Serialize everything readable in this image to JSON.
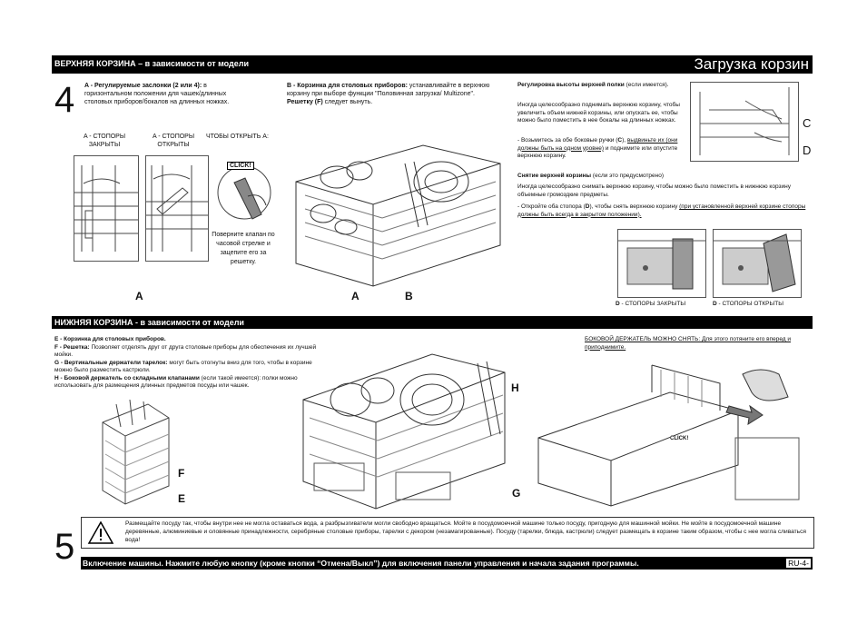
{
  "top_section": {
    "bar_title": "ВЕРХНЯЯ КОРЗИНА – в зависимости от модели",
    "page_title": "Загрузка корзин",
    "step_number": "4",
    "col_a": {
      "heading": "A - Регулируемые заслонки (2 или 4):",
      "text": " в горизонтальном положении для чашек/длинных столовых приборов/бокалов на длинных ножках."
    },
    "col_b": {
      "heading": "B - Корзинка для столовых приборов:",
      "text": " устанавливайте в верхнюю корзину при выборе функции \"Половинная загрузка/ Multizone\".",
      "line2_bold": "Решетку (F)",
      "line2": " следует вынуть."
    },
    "fig_labels": {
      "stops_closed_prefix": "A",
      "stops_closed": " - СТОПОРЫ ЗАКРЫТЫ",
      "stops_open_prefix": "A",
      "stops_open": " - СТОПОРЫ ОТКРЫТЫ",
      "how_to_open": "ЧТОБЫ ОТКРЫТЬ A:",
      "click": "CLICK!",
      "rotate_hint": "Поверните клапан по часовой стрелке и зацепите его за решетку.",
      "marker_a1": "A",
      "marker_a2": "A",
      "marker_b": "B"
    },
    "col_right": {
      "height_heading": "Регулировка высоты верхней полки",
      "height_heading_note": " (если имеется).",
      "height_text": "Иногда целесообразно поднимать верхнюю корзину, чтобы увеличить объем нижней корзины, или опускать ее, чтобы можно было поместить в нее бокалы на длинных ножках.",
      "height_action_1": "- Возьмитесь за обе боковые ручки (",
      "height_action_c": "C",
      "height_action_2": "), ",
      "height_action_u": "выдвиньте их (они должны быть на одном уровне)",
      "height_action_3": " и поднимите или опустите верхнюю корзину.",
      "marker_c": "C",
      "marker_d": "D",
      "remove_heading": "Снятие верхней корзины",
      "remove_heading_note": " (если это предусмотрено)",
      "remove_text": "Иногда целесообразно снимать верхнюю корзину, чтобы можно было поместить в нижнюю корзину объемные громоздкие предметы.",
      "remove_action_1": "- Откройте оба стопора (",
      "remove_action_d": "D",
      "remove_action_2": "), чтобы снять верхнюю корзину ",
      "remove_action_u": "(при установленной верхней корзине стопоры должны быть всегда в закрытом положении).",
      "caption_closed_prefix": "D",
      "caption_closed": " - СТОПОРЫ ЗАКРЫТЫ",
      "caption_open_prefix": "D",
      "caption_open": " - СТОПОРЫ ОТКРЫТЫ"
    }
  },
  "bottom_section": {
    "bar_title": "НИЖНЯЯ КОРЗИНА - в зависимости от модели",
    "items": [
      {
        "key": "E",
        "heading": "E - Корзинка для столовых приборов.",
        "text": ""
      },
      {
        "key": "F",
        "heading": "F - Решетка:",
        "text": " Позволяет отделять друг от друга столовые приборы для обеспечения их лучшей мойки."
      },
      {
        "key": "G",
        "heading": "G - Вертикальные держатели тарелок:",
        "text": " могут быть отогнуты вниз для того, чтобы в корзине можно было разместить кастрюли."
      },
      {
        "key": "H",
        "heading": "H - Боковой держатель со складными клапанами",
        "text": " (если такой имеется): полки можно использовать для размещения длинных предметов посуды или чашек."
      }
    ],
    "side_holder_note": "БОКОВОЙ ДЕРЖАТЕЛЬ МОЖНО СНЯТЬ: Для этого потяните его вперед и приподнимите.",
    "markers": {
      "f": "F",
      "e": "E",
      "h1": "H",
      "h2": "H",
      "g": "G"
    },
    "click": "CLICK!"
  },
  "step5": {
    "number": "5",
    "warning_text": "Размещайте посуду так, чтобы внутри нее не могла оставаться вода, а разбрызгиватели могли свободно вращаться. Мойте в посудомоечной машине только посуду, пригодную для машинной мойки. Не мойте в посудомоечной машине деревянные, алюминиевые и оловянные принадлежности, серебряные столовые приборы, тарелки с декором (незамагированные). Посуду (тарелки, блюда, кастрюли) следует размещать в корзине таким образом, чтобы с нее могла сливаться вода!",
    "bottom_bar": "Включение машины. Нажмите любую кнопку (кроме кнопки “Отмена/Выкл”) для включения панели управления и начала задания программы.",
    "page_ref": "RU-4-"
  },
  "colors": {
    "bar": "#000000",
    "text": "#111111",
    "lines": "#444444"
  },
  "icons": [
    "warning-triangle-icon",
    "arrow-right-icon"
  ]
}
